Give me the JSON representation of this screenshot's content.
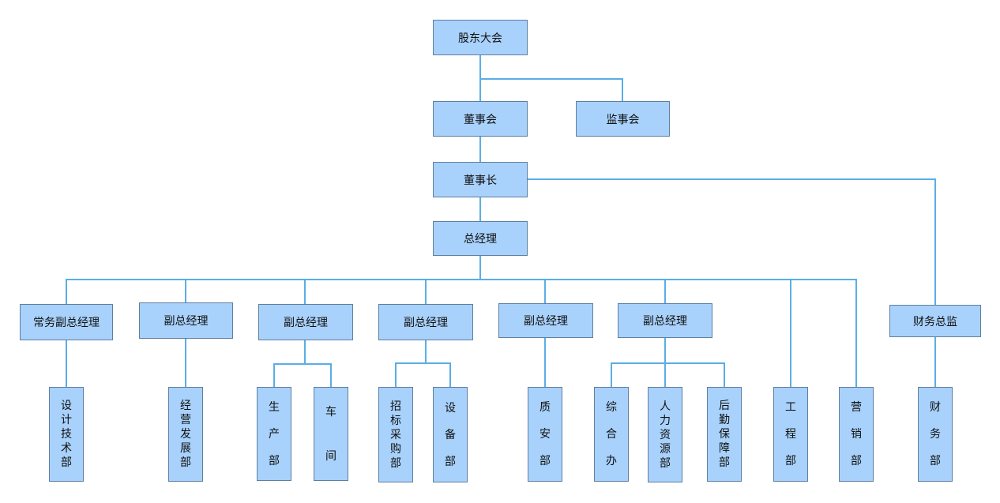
{
  "nodes": {
    "shareholders": "股东大会",
    "board": "董事会",
    "supervisors": "监事会",
    "chairman": "董事长",
    "gm": "总经理",
    "exec_vp": "常务副总经理",
    "vp1": "副总经理",
    "vp2": "副总经理",
    "vp3": "副总经理",
    "vp4": "副总经理",
    "vp5": "副总经理",
    "cfo": "财务总监",
    "design_tech": "设计技术部",
    "business_dev": "经营发展部",
    "production": "生产部",
    "workshop": "车间",
    "procurement": "招标采购部",
    "equipment": "设备部",
    "quality_safety": "质安部",
    "general_office": "综合办",
    "hr": "人力资源部",
    "logistics": "后勤保障部",
    "engineering": "工程部",
    "marketing": "营销部",
    "finance": "财务部"
  },
  "colors": {
    "box_fill": "#a8d1fb",
    "box_border": "#5f7f9e",
    "connector": "#5aaee6"
  }
}
